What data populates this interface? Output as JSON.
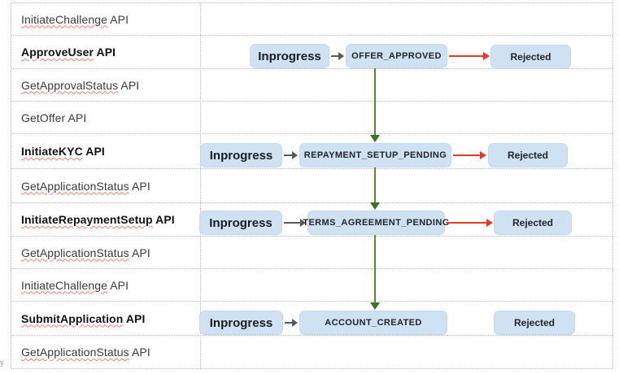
{
  "rows": [
    {
      "name": "InitiateChallenge",
      "suffix": " API"
    },
    {
      "name": "ApproveUser",
      "suffix": " API"
    },
    {
      "name": "GetApprovalStatus",
      "suffix": " API"
    },
    {
      "name": "GetOffer",
      "suffix": " API"
    },
    {
      "name": "InitiateKYC",
      "suffix": " API"
    },
    {
      "name": "GetApplicationStatus",
      "suffix": " API"
    },
    {
      "name": "InitiateRepaymentSetup",
      "suffix": " API"
    },
    {
      "name": "GetApplicationStatus",
      "suffix": " API"
    },
    {
      "name": "InitiateChallenge",
      "suffix": " API"
    },
    {
      "name": "SubmitApplication",
      "suffix": " API"
    },
    {
      "name": "GetApplicationStatus",
      "suffix": " API"
    }
  ],
  "flows": [
    {
      "start": "Inprogress",
      "state": "OFFER_APPROVED",
      "reject": "Rejected"
    },
    {
      "start": "Inprogress",
      "state": "REPAYMENT_SETUP_PENDING",
      "reject": "Rejected"
    },
    {
      "start": "Inprogress",
      "state": "TERMS_AGREEMENT_PENDING",
      "reject": "Rejected"
    },
    {
      "start": "Inprogress",
      "state": "ACCOUNT_CREATED",
      "reject": "Rejected"
    }
  ],
  "colors": {
    "box_fill": "#cfe2f3",
    "success_arrow_green": "#3c741b",
    "reject_arrow_red": "#e23a2c",
    "flow_arrow_gray": "#595959",
    "misspell_underline": "#f08078",
    "table_border": "#b3b3b3"
  },
  "edge_text_fragment": "y"
}
